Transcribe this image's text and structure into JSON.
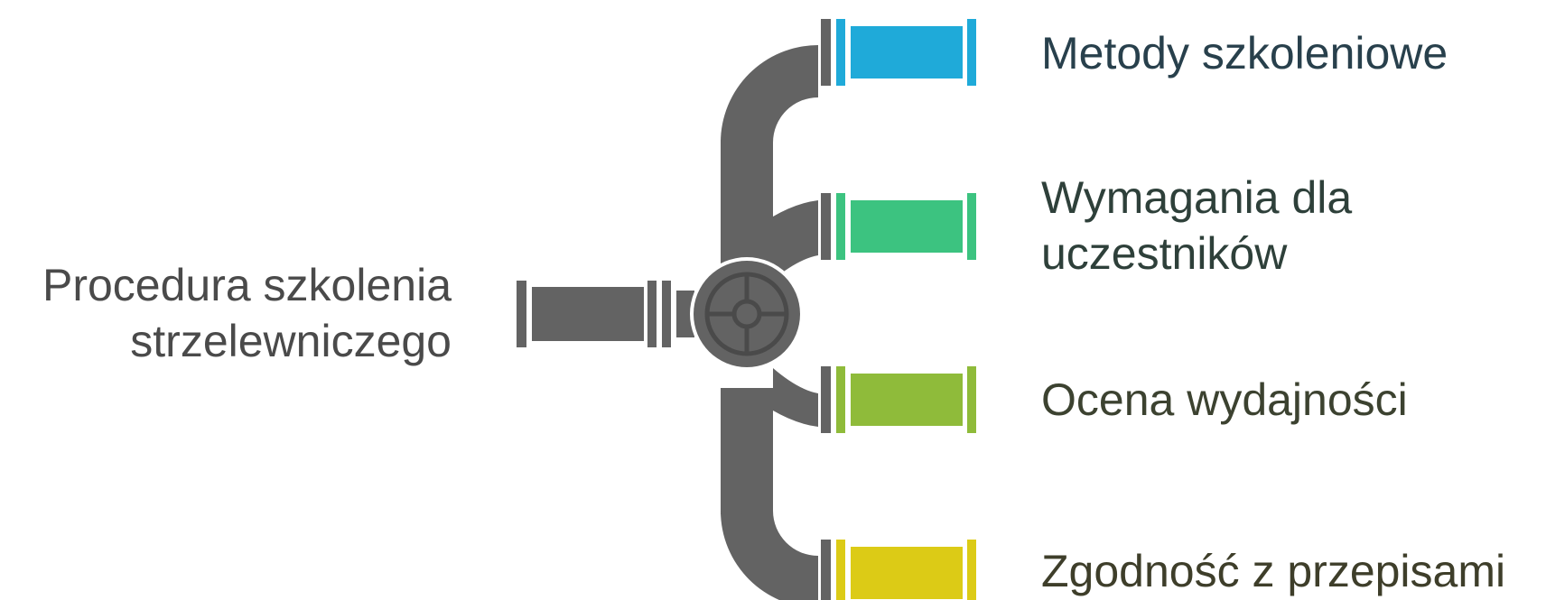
{
  "source": {
    "lines": [
      "Procedura szkolenia",
      "strzelewniczego"
    ]
  },
  "branches": [
    {
      "lines": [
        "Metody szkoleniowe"
      ],
      "color": "#1FAAD9"
    },
    {
      "lines": [
        "Wymagania dla",
        "uczestników"
      ],
      "color": "#3CC380"
    },
    {
      "lines": [
        "Ocena wydajności"
      ],
      "color": "#8FBB3A"
    },
    {
      "lines": [
        "Zgodność z przepisami"
      ],
      "color": "#DCCB16"
    }
  ],
  "colors": {
    "pipe": "#636363",
    "background": "#FFFFFF"
  },
  "icons": {
    "valve": "valve-wheel-icon"
  }
}
